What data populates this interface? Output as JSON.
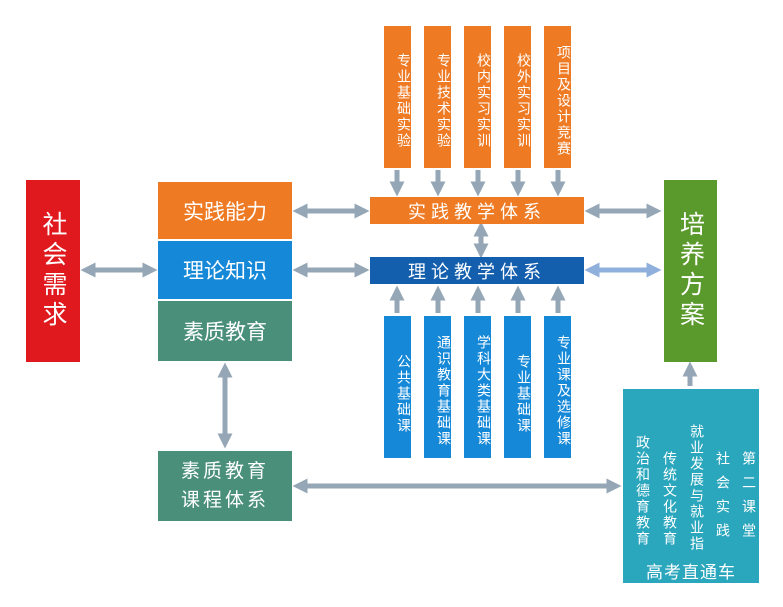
{
  "colors": {
    "red": "#e0191e",
    "orange": "#ee7a24",
    "blue": "#1589d8",
    "dark_blue": "#135fae",
    "teal_green": "#4a8f7a",
    "green": "#5a9a2c",
    "cyan": "#2aa6bd",
    "arrow": "#95a7b6"
  },
  "social_demand": "社会需求",
  "left_column": {
    "practice_ability": "实践能力",
    "theory_knowledge": "理论知识",
    "quality_education": "素质教育"
  },
  "practice_system": "实践教学体系",
  "theory_system": "理论教学体系",
  "training_plan": "培养方案",
  "quality_course_system": "素质教育课程体系",
  "practice_items": [
    "专业基础实验",
    "专业技术实验",
    "校内实习实训",
    "校外实习实训",
    "项目及设计竞赛"
  ],
  "theory_items": [
    "公共基础课",
    "通识教育基础课",
    "学科大类基础课",
    "专业基础课",
    "专业课及选修课"
  ],
  "quality_items": [
    "政治和德育教育",
    "传统文化教育",
    "就业发展与就业指",
    "社会实践",
    "第二课堂"
  ],
  "watermark": "高考直通车"
}
